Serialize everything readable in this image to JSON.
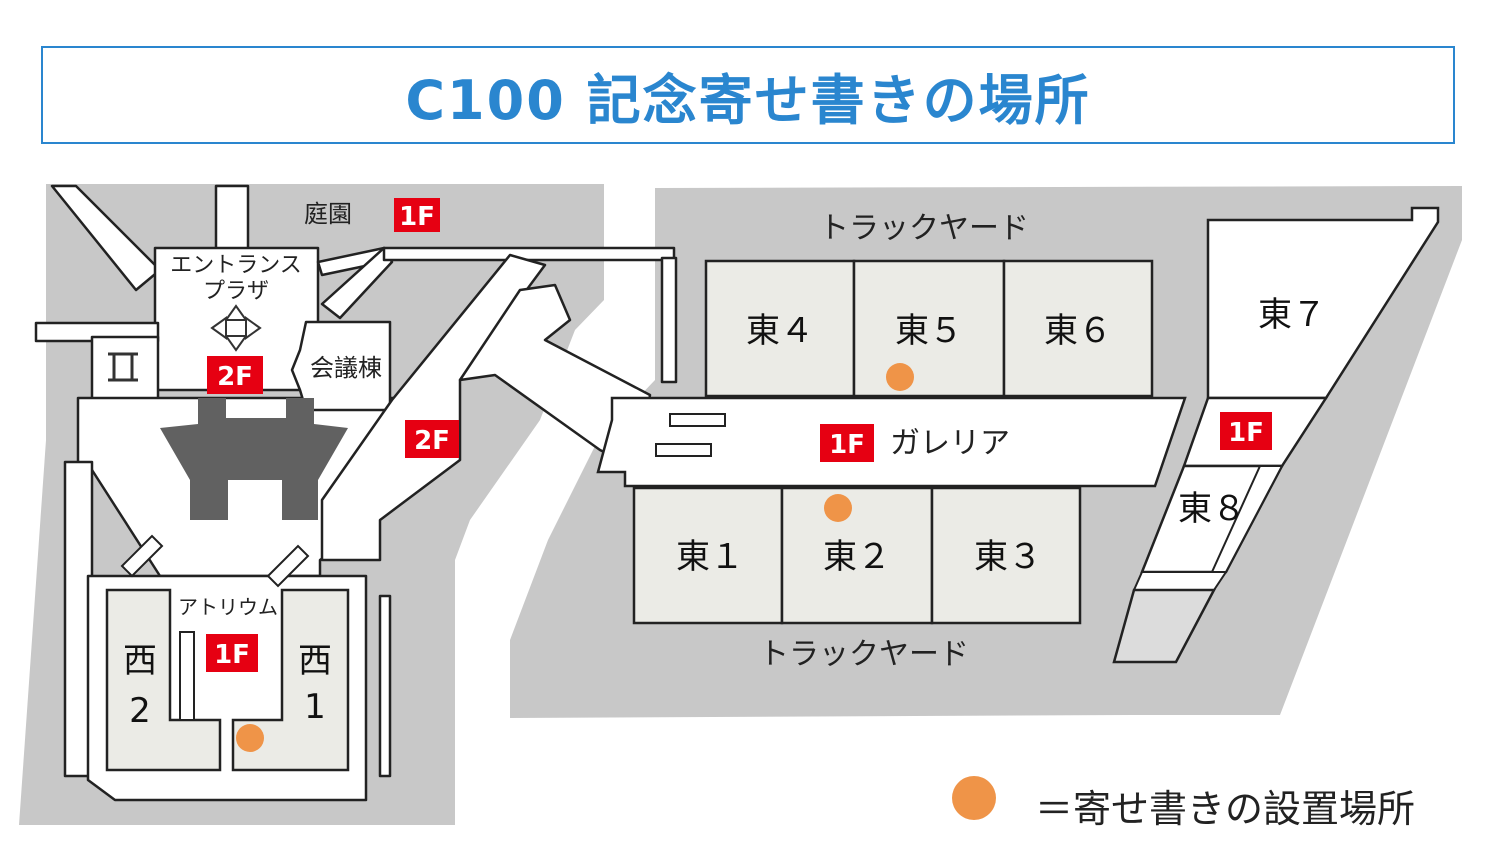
{
  "title": "C100 記念寄せ書きの場所",
  "areas": {
    "garden": "庭園",
    "entrance_plaza_line1": "エントランス",
    "entrance_plaza_line2": "プラザ",
    "conference": "会議棟",
    "track_yard_top": "トラックヤード",
    "track_yard_bottom": "トラックヤード",
    "galleria": "ガレリア",
    "atrium": "アトリウム"
  },
  "halls": {
    "east1": "東１",
    "east2": "東２",
    "east3": "東３",
    "east4": "東４",
    "east5": "東５",
    "east6": "東６",
    "east7": "東７",
    "east8": "東８",
    "west1_line1": "西",
    "west1_line2": "1",
    "west2_line1": "西",
    "west2_line2": "2"
  },
  "floor_badges": {
    "garden": "1F",
    "entrance": "2F",
    "walkway": "2F",
    "galleria": "1F",
    "east7": "1F",
    "atrium": "1F"
  },
  "markers": [
    "東５",
    "東２",
    "西1"
  ],
  "legend": {
    "text": "＝寄せ書きの設置場所"
  },
  "colors": {
    "title": "#2a86cf",
    "ground": "#c8c8c8",
    "hall": "#ebebe6",
    "badge": "#e60012",
    "marker": "#ef9448",
    "building": "#616161"
  }
}
